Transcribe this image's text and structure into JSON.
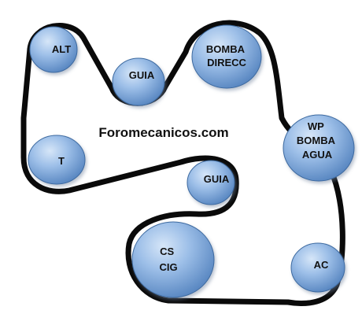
{
  "site_text": "Foromecanicos.com",
  "pulleys": {
    "alt": {
      "lines": [
        "ALT"
      ]
    },
    "guia1": {
      "lines": [
        "GUIA"
      ]
    },
    "bomba": {
      "lines": [
        "BOMBA",
        "DIRECC"
      ]
    },
    "wp": {
      "lines": [
        "WP",
        "BOMBA",
        "AGUA"
      ]
    },
    "t": {
      "lines": [
        "T"
      ]
    },
    "guia2": {
      "lines": [
        "GUIA"
      ]
    },
    "cs": {
      "lines": [
        "CS",
        "CIG"
      ]
    },
    "ac": {
      "lines": [
        "AC"
      ]
    }
  },
  "colors": {
    "belt": "#0a0a0a",
    "pulley_light": "#b9d3f0",
    "pulley_mid": "#7fa9dc",
    "pulley_dark": "#4f7fb8",
    "pulley_edge": "#3d6aa0"
  }
}
